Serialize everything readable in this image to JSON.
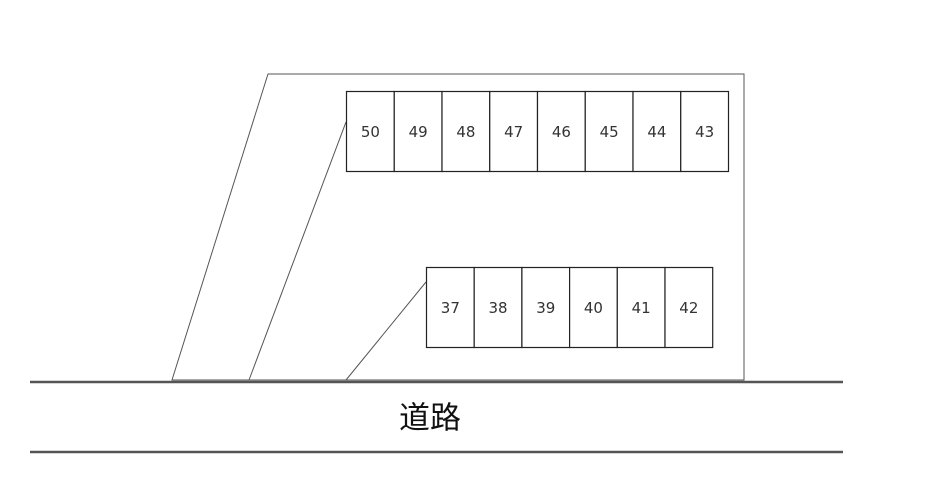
{
  "road": {
    "label": "道路"
  },
  "stalls_top": [
    "50",
    "49",
    "48",
    "47",
    "46",
    "45",
    "44",
    "43"
  ],
  "stalls_bottom": [
    "37",
    "38",
    "39",
    "40",
    "41",
    "42"
  ]
}
